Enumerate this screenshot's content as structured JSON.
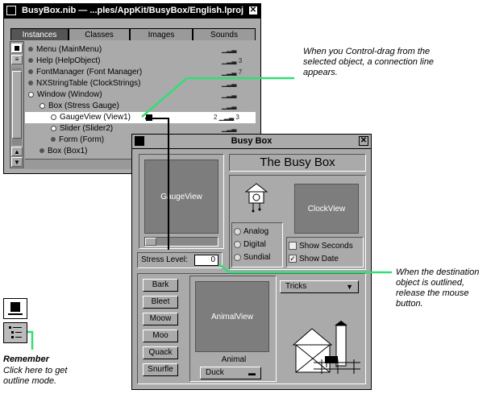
{
  "nib_window": {
    "title": "BusyBox.nib — ...ples/AppKit/BusyBox/English.lproj",
    "tabs": [
      {
        "label": "Instances",
        "active": true
      },
      {
        "label": "Classes",
        "active": false
      },
      {
        "label": "Images",
        "active": false
      },
      {
        "label": "Sounds",
        "active": false
      }
    ],
    "rows": [
      {
        "label": "Menu (MainMenu)",
        "connections": ""
      },
      {
        "label": "Help (HelpObject)",
        "connections": "3"
      },
      {
        "label": "FontManager (Font Manager)",
        "connections": "7"
      },
      {
        "label": "NXStringTable (ClockStrings)",
        "connections": ""
      },
      {
        "label": "Window (Window)",
        "connections": ""
      },
      {
        "label": "Box (Stress Gauge)",
        "connections": ""
      },
      {
        "label": "GaugeView (View1)",
        "connections": "3",
        "connections_left": "2"
      },
      {
        "label": "Slider (Slider2)",
        "connections": ""
      },
      {
        "label": "Form (Form)",
        "connections": ""
      },
      {
        "label": "Box (Box1)",
        "connections": ""
      }
    ]
  },
  "busy_window": {
    "title": "Busy Box",
    "heading": "The Busy Box",
    "gauge_view_label": "GaugeView",
    "clock_view_label": "ClockView",
    "animal_view_label": "AnimalView",
    "radios": [
      "Analog",
      "Digital",
      "Sundial"
    ],
    "checkboxes": [
      {
        "label": "Show Seconds",
        "checked": false
      },
      {
        "label": "Show Date",
        "checked": true
      }
    ],
    "stress_label": "Stress Level:",
    "stress_value": "0",
    "tricks_popup": "Tricks",
    "animal_group_label": "Animal",
    "animal_popup": "Duck",
    "animal_buttons": [
      "Bark",
      "Bleet",
      "Moow",
      "Moo",
      "Quack",
      "Snurfle"
    ]
  },
  "annotations": {
    "control_drag": "When you Control-drag from the selected object, a connection line appears.",
    "destination": "When the destination object is outlined, release the mouse button.",
    "remember_title": "Remember",
    "remember_text": "Click here to get outline mode."
  },
  "colors": {
    "callout_line": "#33dd77",
    "window_gray": "#aaaaaa",
    "view_gray": "#7d7d7d"
  }
}
